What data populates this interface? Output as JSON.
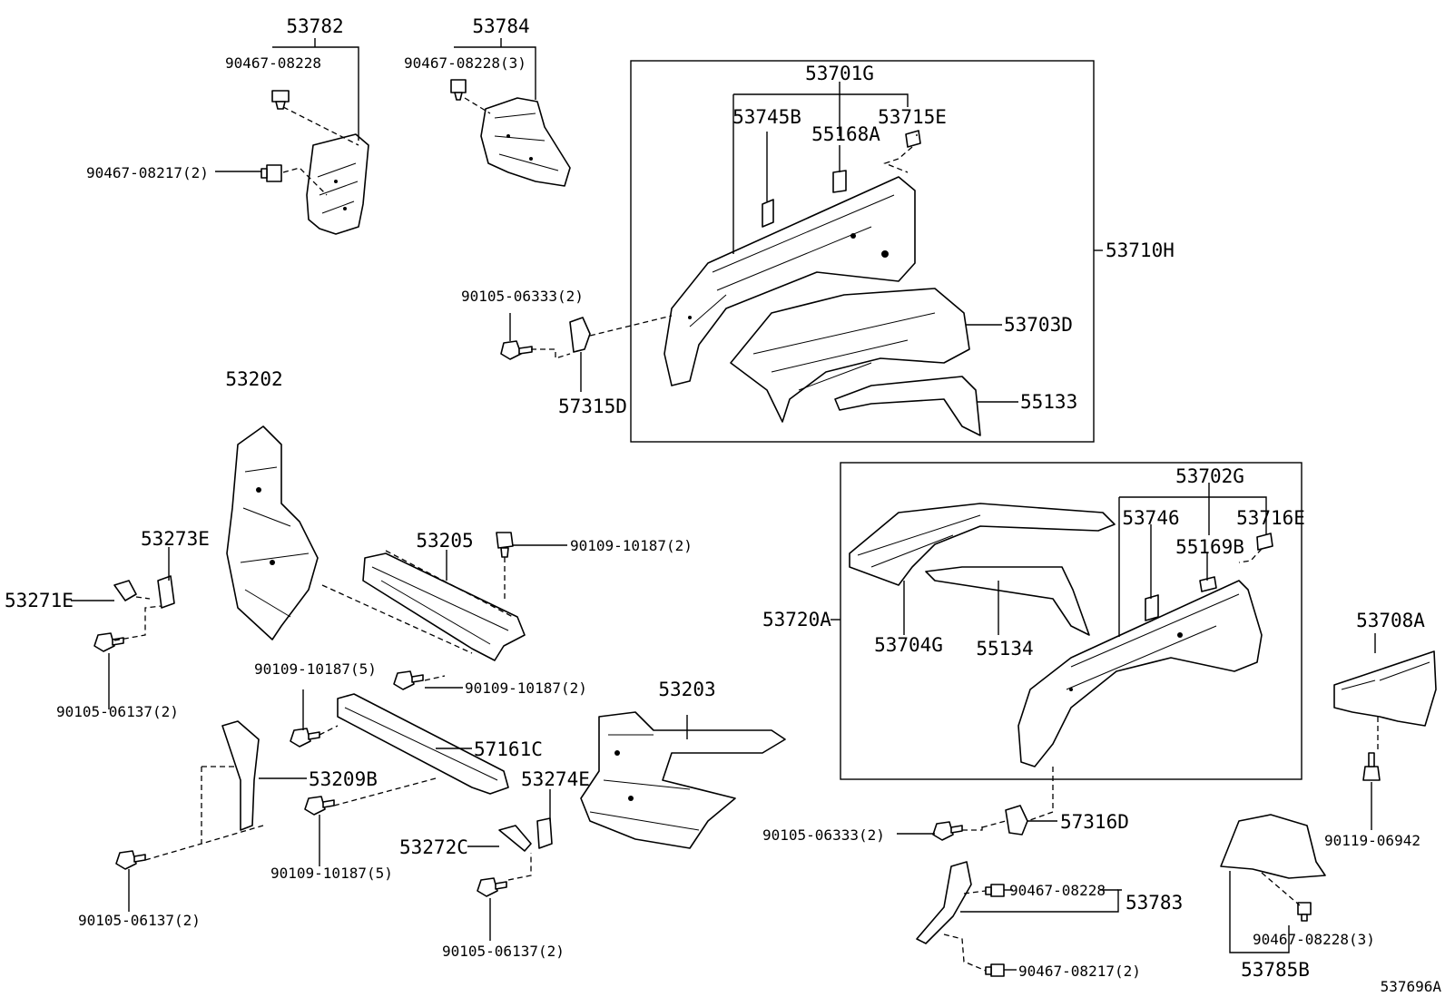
{
  "labels": {
    "p53782": "53782",
    "p53784": "53784",
    "f90467_08228_a": "90467-08228",
    "f90467_08228_3a": "90467-08228(3)",
    "f90467_08217_2a": "90467-08217(2)",
    "p53701G": "53701G",
    "p53745B": "53745B",
    "p53715E": "53715E",
    "p55168A": "55168A",
    "p53710H": "53710H",
    "f90105_06333_2a": "90105-06333(2)",
    "p53703D": "53703D",
    "p57315D": "57315D",
    "p55133": "55133",
    "p53202": "53202",
    "p53273E": "53273E",
    "p53271E": "53271E",
    "p53205": "53205",
    "f90109_10187_2a": "90109-10187(2)",
    "f90109_10187_2b": "90109-10187(2)",
    "f90105_06137_2a": "90105-06137(2)",
    "f90109_10187_5a": "90109-10187(5)",
    "p57161C": "57161C",
    "p53209B": "53209B",
    "f90109_10187_5b": "90109-10187(5)",
    "f90105_06137_2b": "90105-06137(2)",
    "p53203": "53203",
    "p53274E": "53274E",
    "p53272C": "53272C",
    "f90105_06137_2c": "90105-06137(2)",
    "p53702G": "53702G",
    "p53746": "53746",
    "p53716E": "53716E",
    "p55169B": "55169B",
    "p53720A": "53720A",
    "p53704G": "53704G",
    "p55134": "55134",
    "p53708A": "53708A",
    "f90105_06333_2b": "90105-06333(2)",
    "p57316D": "57316D",
    "f90119_06942": "90119-06942",
    "f90467_08228_b": "90467-08228",
    "p53783": "53783",
    "f90467_08228_3b": "90467-08228(3)",
    "f90467_08217_2b": "90467-08217(2)",
    "p53785B": "53785B",
    "drawing_number": "537696A"
  }
}
